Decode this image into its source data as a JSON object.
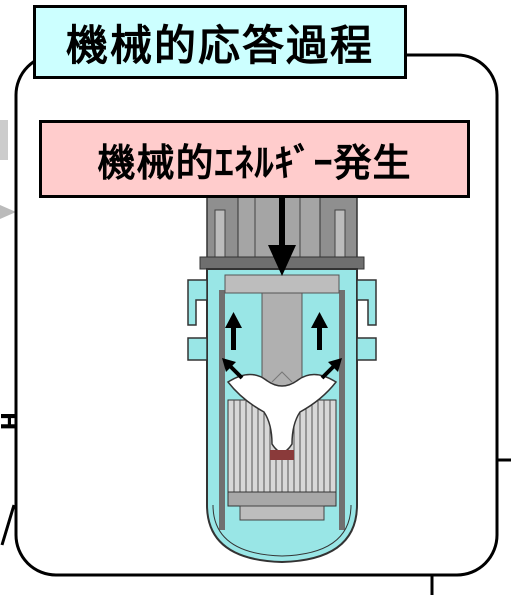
{
  "title": "機械的応答過程",
  "subtitle": "機械的ｴﾈﾙｷﾞｰ発生",
  "side_glyph": "H",
  "colors": {
    "title_bg": "#ccffff",
    "subtitle_bg": "#ffcccc",
    "coolant": "#99e6e6",
    "vessel_gray": "#9a9a9a",
    "bubble": "#ffffff"
  },
  "icons": [
    "up-arrow-icon",
    "down-arrow-icon",
    "diagonal-arrow-icon"
  ]
}
